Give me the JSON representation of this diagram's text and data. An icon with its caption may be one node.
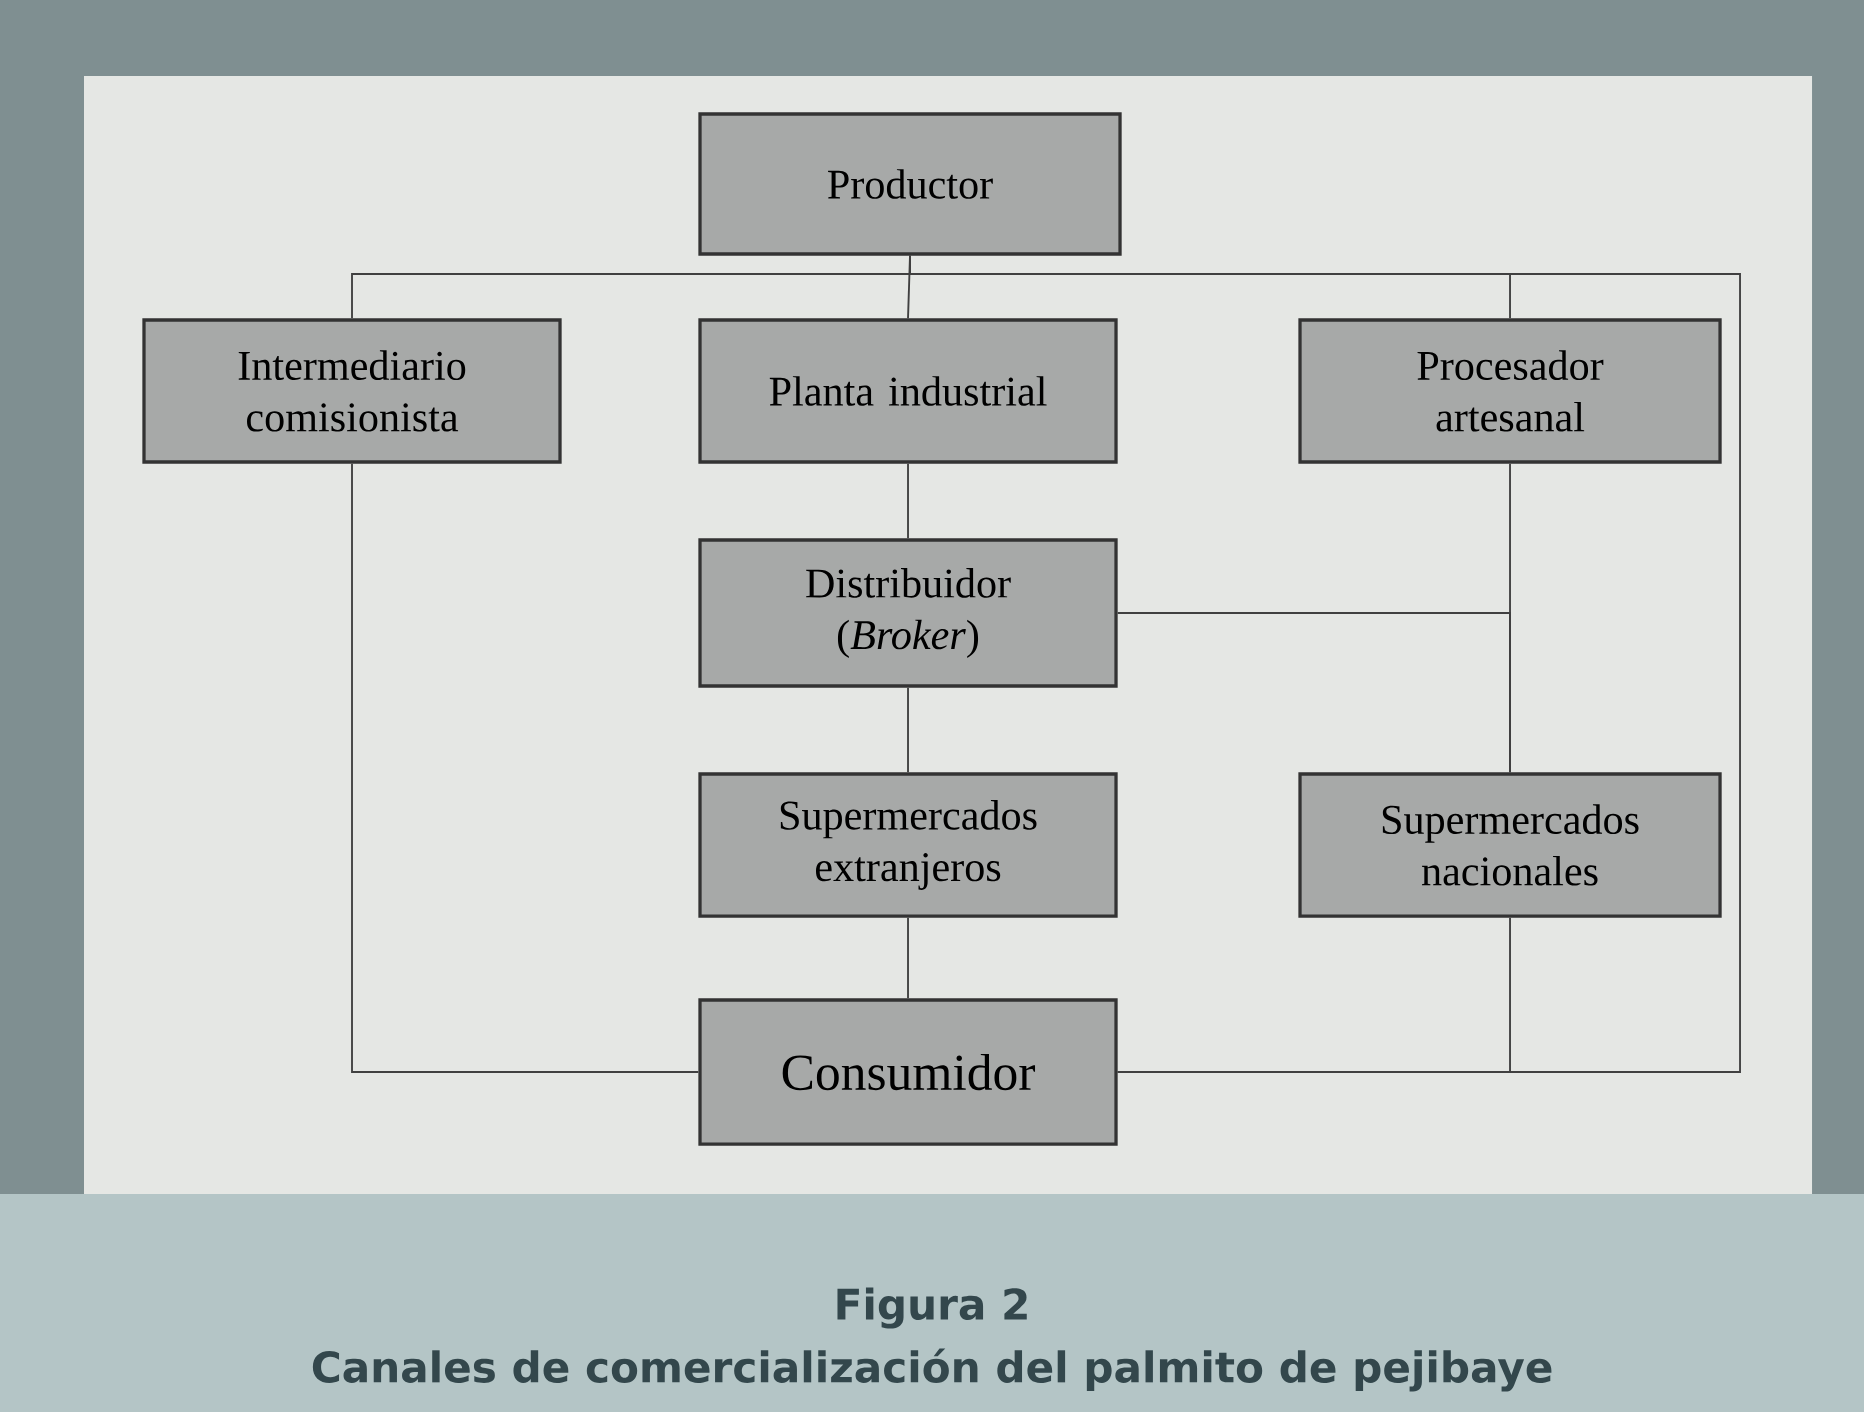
{
  "diagram": {
    "title": "Figura 2",
    "caption": "Canales de comercialización del palmito de pejibaye",
    "nodes": [
      {
        "text": [
          "Productor"
        ]
      },
      {
        "text": [
          "Intermediario comisionista"
        ]
      },
      {
        "text": [
          "Planta industrial"
        ]
      },
      {
        "text": [
          "Procesador artesanal"
        ]
      },
      {
        "text": [
          "Distribuidor (*Broker*)"
        ]
      },
      {
        "text": [
          "Supermercados extranjeros"
        ]
      },
      {
        "text": [
          "Supermercados nacionales"
        ]
      },
      {
        "text": [
          "Consumidor"
        ]
      }
    ],
    "edges": [
      {
        "from": 0,
        "to": 1,
        "arrow": "none"
      },
      {
        "from": 0,
        "to": 2,
        "arrow": "none"
      },
      {
        "from": 0,
        "to": 3,
        "arrow": "none"
      },
      {
        "from": 0,
        "to": 7,
        "arrow": "none"
      },
      {
        "from": 1,
        "to": 7,
        "arrow": "none"
      },
      {
        "from": 2,
        "to": 4,
        "arrow": "none"
      },
      {
        "from": 3,
        "to": 6,
        "arrow": "none"
      },
      {
        "from": 4,
        "to": 6,
        "arrow": "none"
      },
      {
        "from": 4,
        "to": 5,
        "arrow": "none"
      },
      {
        "from": 5,
        "to": 7,
        "arrow": "none"
      },
      {
        "from": 6,
        "to": 7,
        "arrow": "none"
      }
    ]
  }
}
